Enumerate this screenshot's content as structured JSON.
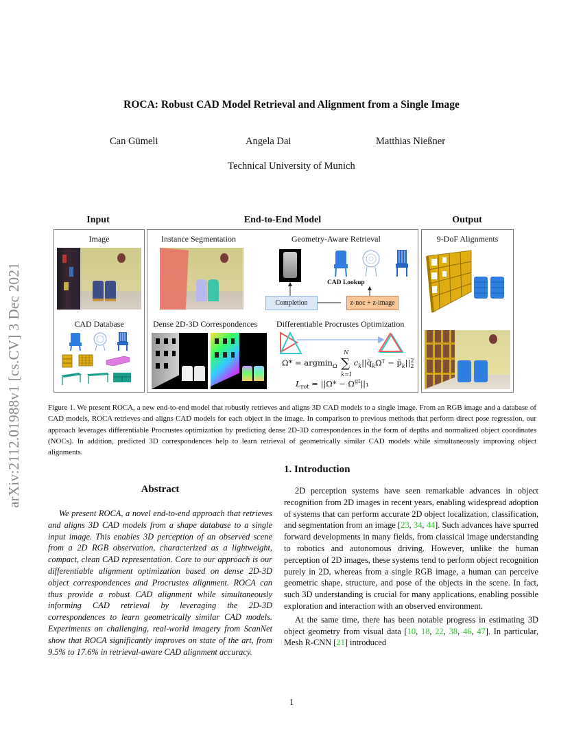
{
  "paper": {
    "title": "ROCA: Robust CAD Model Retrieval and Alignment from a Single Image",
    "authors": [
      "Can Gümeli",
      "Angela Dai",
      "Matthias Nießner"
    ],
    "affiliation": "Technical University of Munich",
    "arxiv_stamp": "arXiv:2112.01988v1  [cs.CV]  3 Dec 2021"
  },
  "figure": {
    "headers": {
      "input": "Input",
      "model": "End-to-End Model",
      "output": "Output"
    },
    "panels": {
      "image": "Image",
      "cad_database": "CAD Database",
      "instance_segmentation": "Instance Segmentation",
      "geometry_aware_retrieval": "Geometry-Aware Retrieval",
      "dense_correspondences": "Dense 2D-3D Correspondences",
      "procrustes": "Differentiable Procrustes Optimization",
      "alignments": "9-DoF Alignments"
    },
    "boxes": {
      "completion": "Completion",
      "embedding": "z-noc + z-image",
      "cad_lookup": "CAD Lookup"
    },
    "equations": {
      "omega": "Ω* = argmin_Ω Σ_{k=1}^{N} c_k ||q̃_k Ωᵀ − p̃_k||₂²",
      "omega_lhs": "Ω* = argmin",
      "omega_sub": "Ω",
      "sum_top": "N",
      "sum_bottom": "k=1",
      "omega_rhs": "c",
      "omega_tail": "||q̃",
      "omega_tail2": "Ωᵀ − p̃",
      "omega_end": "||",
      "loss": "L_rot = ||Ω* − Ω^gt||₁",
      "loss_lhs": "L",
      "loss_sub": "rot",
      "loss_rhs": " = ||Ω* − Ω",
      "loss_sup": "gt",
      "loss_end": "||₁"
    },
    "caption": "Figure 1. We present ROCA, a new end-to-end model that robustly retrieves and aligns 3D CAD models to a single image. From an RGB image and a database of CAD models, ROCA retrieves and aligns CAD models for each object in the image. In comparison to previous methods that perform direct pose regression, our approach leverages differentiable Procrustes optimization by predicting dense 2D-3D correspondences in the form of depths and normalized object coordinates (NOCs). In addition, predicted 3D correspondences help to learn retrieval of geometrically similar CAD models while simultaneously improving object alignments.",
    "colors": {
      "completion_box": "#dbe8f8",
      "embedding_box": "#f9c69a",
      "segmentation_pink": "#e8766a",
      "segmentation_lavender": "#b9b8ec",
      "segmentation_teal": "#3cc6a8",
      "cad_blue": "#2f7fe0",
      "cad_yellow": "#e0ad12",
      "cad_magenta": "#e07be0",
      "cad_teal": "#1b9e8c",
      "triangle_red": "#e85a5a",
      "triangle_cyan": "#30c8c8",
      "arrow_blue": "#8fb4ee"
    }
  },
  "abstract": {
    "heading": "Abstract",
    "text": "We present ROCA, a novel end-to-end approach that retrieves and aligns 3D CAD models from a shape database to a single input image. This enables 3D perception of an observed scene from a 2D RGB observation, characterized as a lightweight, compact, clean CAD representation. Core to our approach is our differentiable alignment optimization based on dense 2D-3D object correspondences and Procrustes alignment. ROCA can thus provide a robust CAD alignment while simultaneously informing CAD retrieval by leveraging the 2D-3D correspondences to learn geometrically similar CAD models. Experiments on challenging, real-world imagery from ScanNet show that ROCA significantly improves on state of the art, from 9.5% to 17.6% in retrieval-aware CAD alignment accuracy."
  },
  "introduction": {
    "heading": "1. Introduction",
    "p1_a": "2D perception systems have seen remarkable advances in object recognition from 2D images in recent years, enabling widespread adoption of systems that can perform accurate 2D object localization, classification, and segmentation from an image [",
    "p1_cites": [
      "23",
      "34",
      "44"
    ],
    "p1_b": "]. Such advances have spurred forward developments in many fields, from classical image understanding to robotics and autonomous driving. However, unlike the human perception of 2D images, these systems tend to perform object recognition purely in 2D, whereas from a single RGB image, a human can perceive geometric shape, structure, and pose of the objects in the scene. In fact, such 3D understanding is crucial for many applications, enabling possible exploration and interaction with an observed environment.",
    "p2_a": "At the same time, there has been notable progress in estimating 3D object geometry from visual data [",
    "p2_cites": [
      "10",
      "18",
      "22",
      "38",
      "46",
      "47"
    ],
    "p2_b": "]. In particular, Mesh R-CNN [",
    "p2_cite2": "21",
    "p2_c": "] introduced"
  },
  "page_number": "1"
}
